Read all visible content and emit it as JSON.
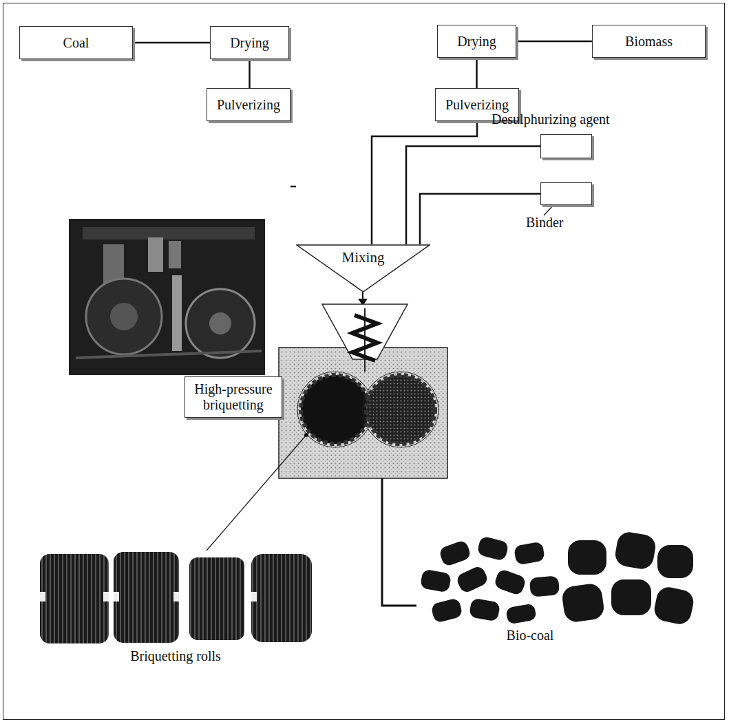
{
  "diagram": {
    "nodes": [
      {
        "text": [
          "Coal"
        ]
      },
      {
        "text": [
          "Drying"
        ]
      },
      {
        "text": [
          "Drying"
        ]
      },
      {
        "text": [
          "Biomass"
        ]
      },
      {
        "text": [
          "Pulverizing"
        ]
      },
      {
        "text": [
          "Pulverizing"
        ]
      },
      {
        "text": [
          "Desulphurizing agent"
        ]
      },
      {
        "text": [
          "Binder"
        ]
      },
      {
        "text": [
          "Mixing"
        ]
      },
      {
        "text": [
          "High-pressure briquetting"
        ]
      }
    ],
    "edges": [
      {
        "from": 0,
        "to": 1,
        "arrow": "none"
      },
      {
        "from": 2,
        "to": 3,
        "arrow": "none"
      },
      {
        "from": 1,
        "to": 4,
        "arrow": "none"
      },
      {
        "from": 2,
        "to": 5,
        "arrow": "none"
      },
      {
        "from": 4,
        "to": 8,
        "arrow": "none"
      },
      {
        "from": 5,
        "to": 8,
        "arrow": "none"
      },
      {
        "from": 6,
        "to": 8,
        "arrow": "none"
      },
      {
        "from": 7,
        "to": 8,
        "arrow": "none"
      }
    ],
    "labels": [
      "Briquetting rolls",
      "Bio-coal"
    ]
  }
}
